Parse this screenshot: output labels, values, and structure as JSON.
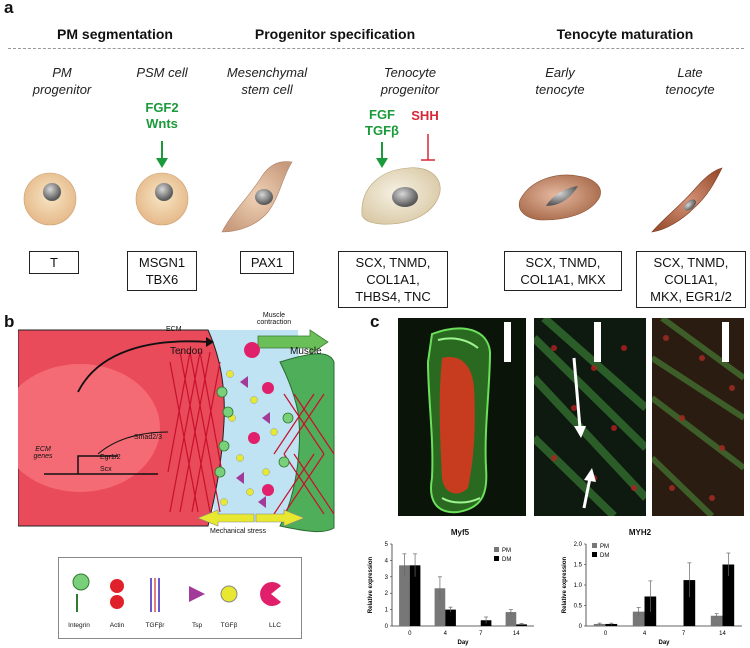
{
  "panel_a": {
    "letter": "a",
    "stages": [
      "PM segmentation",
      "Progenitor specification",
      "Tenocyte maturation"
    ],
    "cells": [
      {
        "label": "PM\nprogenitor",
        "markers": "T"
      },
      {
        "label": "PSM cell",
        "markers": "MSGN1\nTBX6"
      },
      {
        "label": "Mesenchymal\nstem cell",
        "markers": "PAX1"
      },
      {
        "label": "Tenocyte\nprogenitor",
        "markers": "SCX, TNMD,\nCOL1A1,\nTHBS4, TNC"
      },
      {
        "label": "Early\ntenocyte",
        "markers": "SCX, TNMD,\nCOL1A1, MKX"
      },
      {
        "label": "Late\ntenocyte",
        "markers": "SCX, TNMD,\nCOL1A1,\nMKX, EGR1/2"
      }
    ],
    "signals_psm": "FGF2\nWnts",
    "signals_prog_green": "FGF\nTGFβ",
    "signals_prog_red": "SHH"
  },
  "panel_b": {
    "letter": "b",
    "tendon": "Tendon",
    "muscle": "Muscle",
    "ecm": "ECM",
    "muscle_contraction": "Muscle\ncontraction",
    "ecm_genes": "ECM\ngenes",
    "smad": "Smad2/3",
    "egr": "Egr1/2",
    "scx": "Scx",
    "mechanical_stress": "Mechanical stress",
    "legend": [
      "Integrin",
      "Actin",
      "TGFβr",
      "Tsp",
      "TGFβ",
      "LLC"
    ],
    "colors": {
      "tendon": "#e94b5a",
      "tendon_core": "#f56b75",
      "muscle": "#4fae5a",
      "ecm": "#bfe3f3",
      "tsp": "#a23a9a",
      "tgfb": "#e8e830",
      "llc": "#e0206a"
    }
  },
  "panel_c": {
    "letter": "c",
    "charts": [
      {
        "title": "Myf5",
        "ylabel": "Relative expression",
        "xlabel": "Day"
      },
      {
        "title": "MYH2",
        "ylabel": "Relative expression",
        "xlabel": "Day"
      }
    ]
  },
  "chart_data": [
    {
      "type": "bar",
      "title": "Myf5",
      "xlabel": "Day",
      "ylabel": "Relative expression",
      "categories": [
        "0",
        "4",
        "7",
        "14"
      ],
      "series": [
        {
          "name": "PM",
          "values": [
            3.7,
            2.3,
            0,
            0.85
          ],
          "errors": [
            0.7,
            0.7,
            0,
            0.15
          ],
          "color": "#777777"
        },
        {
          "name": "DM",
          "values": [
            3.7,
            1.0,
            0.35,
            0.1
          ],
          "errors": [
            0.7,
            0.15,
            0.2,
            0.05
          ],
          "color": "#000000"
        }
      ],
      "ylim": [
        0,
        5
      ],
      "yticks": [
        "0",
        "1",
        "2",
        "3",
        "4",
        "5"
      ]
    },
    {
      "type": "bar",
      "title": "MYH2",
      "xlabel": "Day",
      "ylabel": "Relative expression",
      "categories": [
        "0",
        "4",
        "7",
        "14"
      ],
      "series": [
        {
          "name": "PM",
          "values": [
            0.05,
            0.35,
            0,
            0.25
          ],
          "errors": [
            0.02,
            0.1,
            0,
            0.05
          ],
          "color": "#777777"
        },
        {
          "name": "DM",
          "values": [
            0.05,
            0.72,
            1.12,
            1.5
          ],
          "errors": [
            0.02,
            0.38,
            0.42,
            0.28
          ],
          "color": "#000000"
        }
      ],
      "ylim": [
        0,
        2
      ],
      "yticks": [
        "0",
        "0.5",
        "1.0",
        "1.5",
        "2.0"
      ]
    }
  ]
}
